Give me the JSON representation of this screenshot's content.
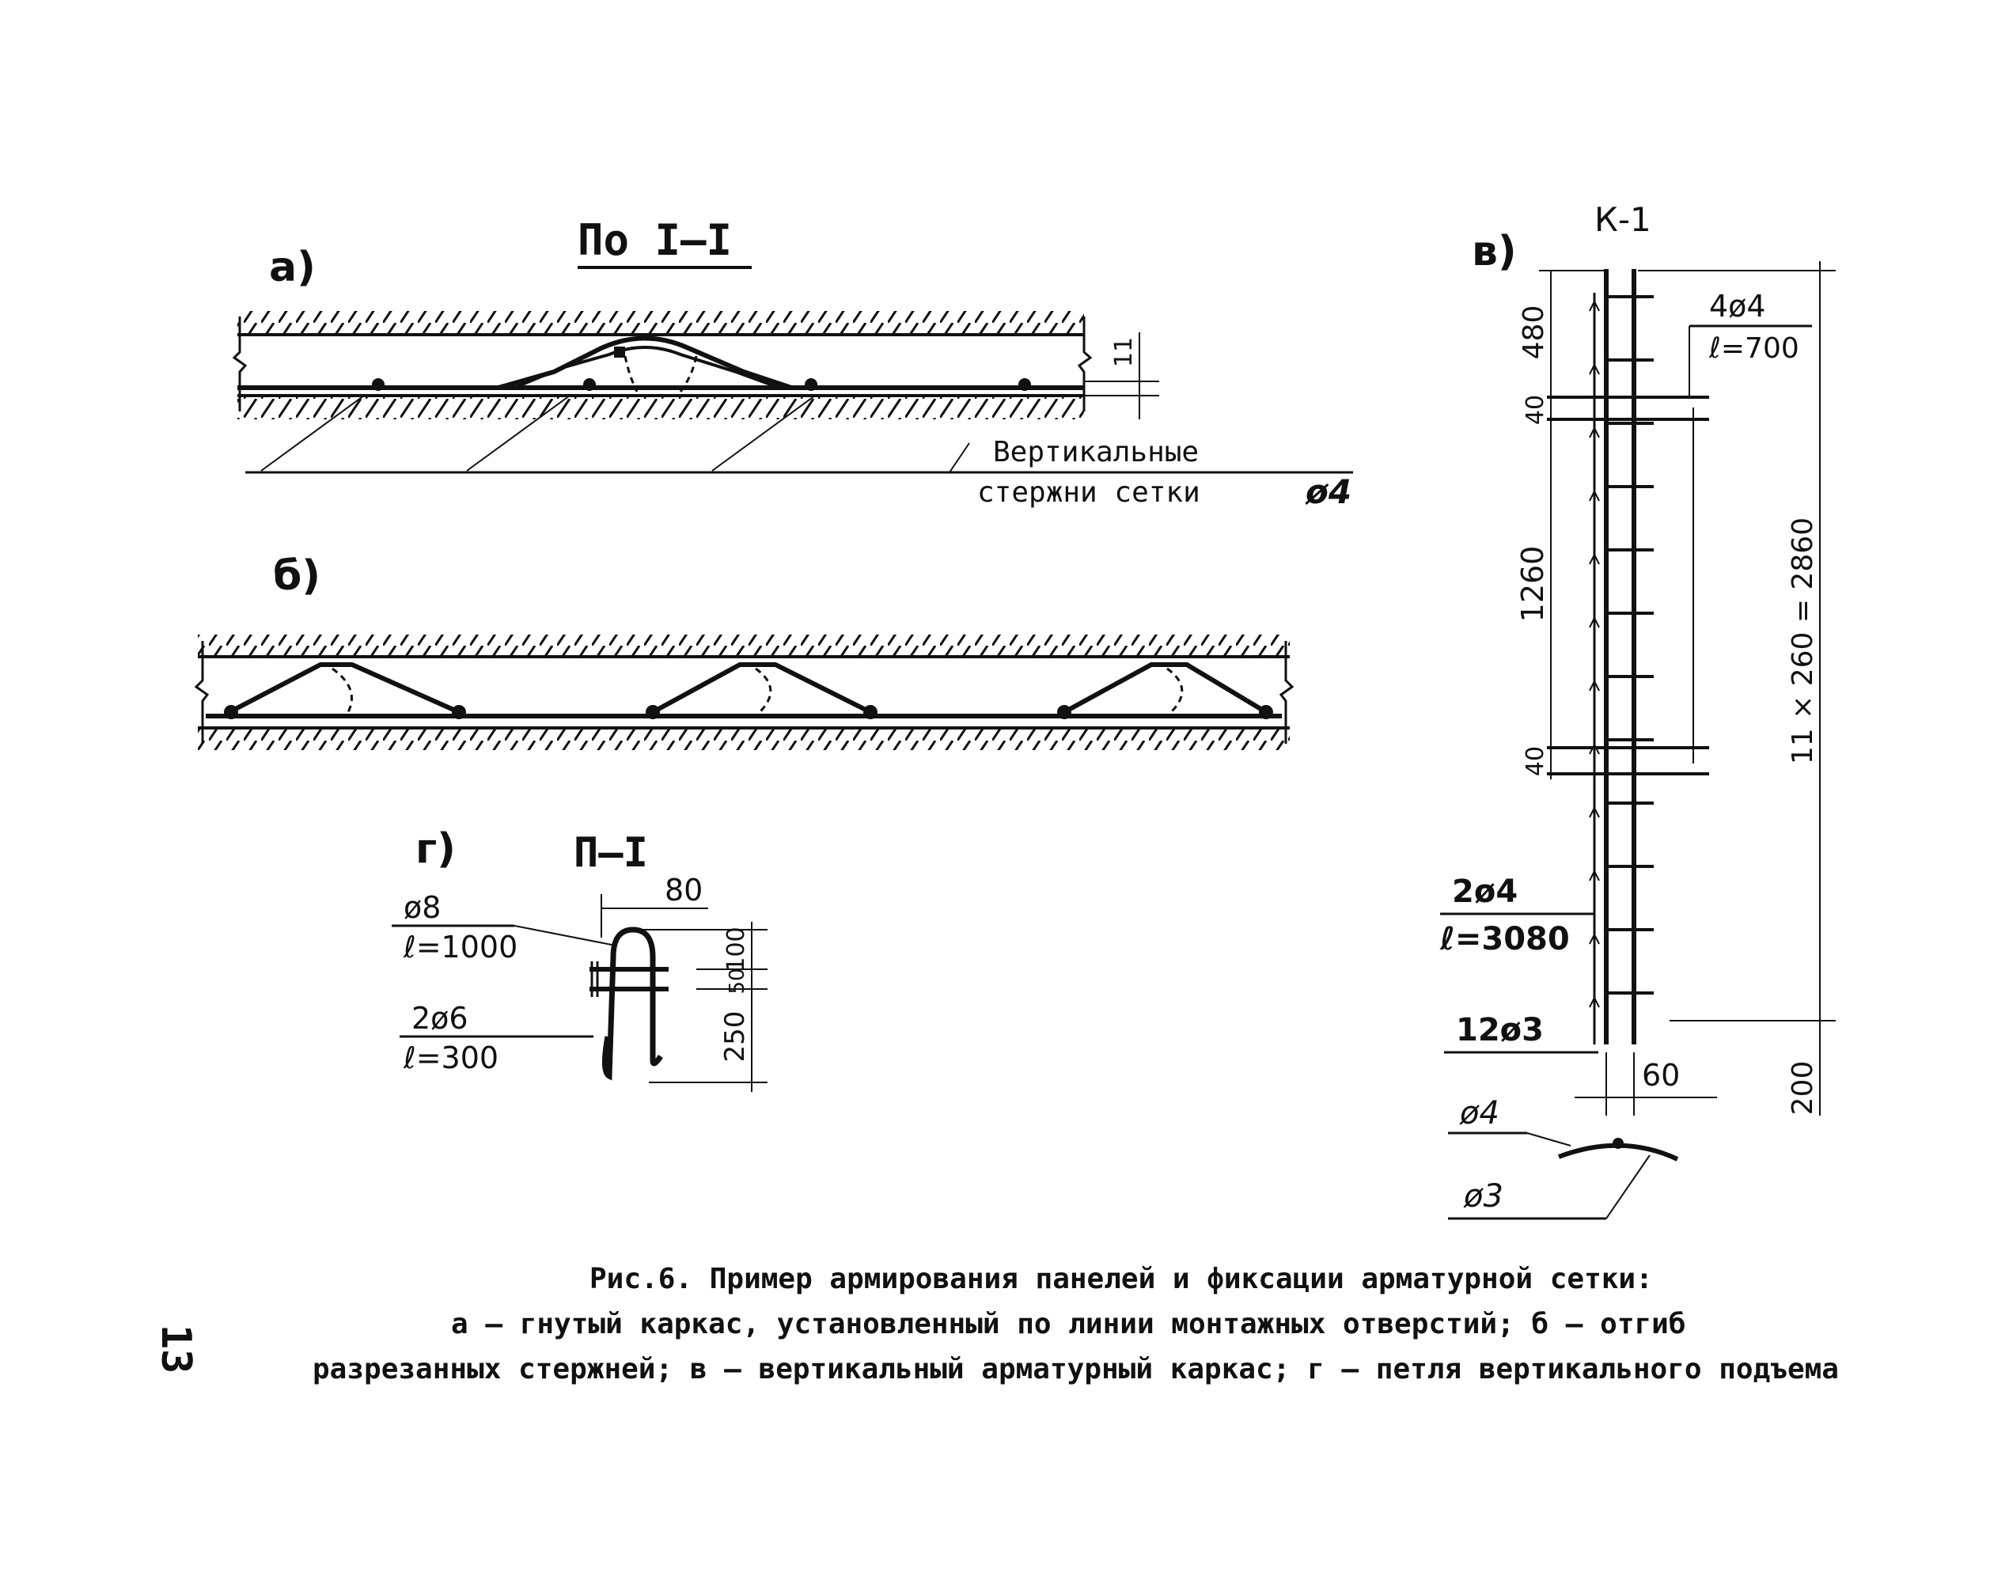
{
  "page_number": "13",
  "panel_a": {
    "label": "а)",
    "section_title": "По I–I",
    "dim_11": "11",
    "callout_line1": "Вертикальные",
    "callout_line2": "стержни сетки",
    "callout_diam": "ø4"
  },
  "panel_b": {
    "label": "б)"
  },
  "panel_v": {
    "label": "в)",
    "title": "К-1",
    "dims_left": [
      "480",
      "40",
      "1260",
      "40"
    ],
    "dim_right": "11 × 260 = 2860",
    "dim_bottom_right": "200",
    "dim_bottom": "60",
    "rebar_top": {
      "spec": "4ø4",
      "length": "ℓ=700"
    },
    "rebar_mid": {
      "spec": "2ø4",
      "length": "ℓ=3080"
    },
    "rebar_low": {
      "spec": "12ø3"
    },
    "section_d4": "ø4",
    "section_d3": "ø3"
  },
  "panel_g": {
    "label": "г)",
    "title": "П–I",
    "dim_top": "80",
    "dim_100": "100",
    "dim_50": "50",
    "dim_250": "250",
    "loop": {
      "spec": "ø8",
      "length": "ℓ=1000"
    },
    "bars": {
      "spec": "2ø6",
      "length": "ℓ=300"
    }
  },
  "caption": {
    "line1": "Рис.6. Пример армирования панелей и фиксации арматурной сетки:",
    "line2": "а – гнутый каркас, установленный по линии монтажных отверстий; б – отгиб",
    "line3": "разрезанных стержней; в – вертикальный арматурный каркас; г – петля вертикального подъема"
  }
}
